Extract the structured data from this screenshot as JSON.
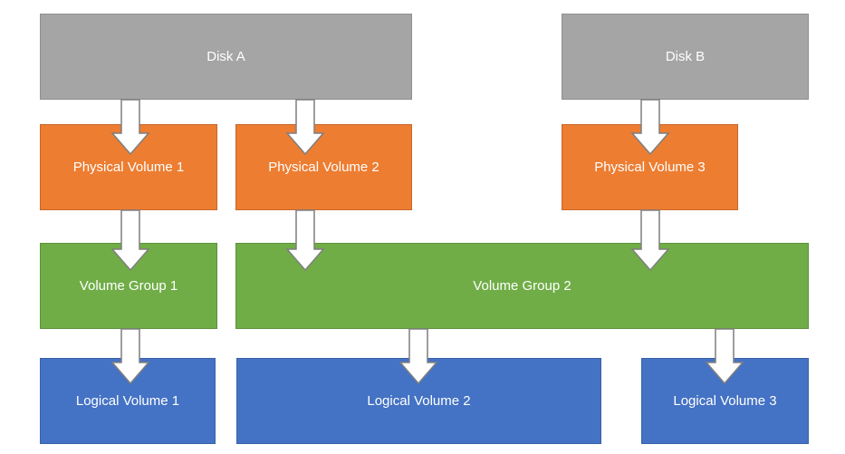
{
  "disks": [
    {
      "id": "disk-a",
      "label": "Disk A"
    },
    {
      "id": "disk-b",
      "label": "Disk B"
    }
  ],
  "physical_volumes": [
    {
      "id": "pv1",
      "label": "Physical Volume 1"
    },
    {
      "id": "pv2",
      "label": "Physical Volume 2"
    },
    {
      "id": "pv3",
      "label": "Physical Volume 3"
    }
  ],
  "volume_groups": [
    {
      "id": "vg1",
      "label": "Volume Group 1"
    },
    {
      "id": "vg2",
      "label": "Volume Group 2"
    }
  ],
  "logical_volumes": [
    {
      "id": "lv1",
      "label": "Logical Volume 1"
    },
    {
      "id": "lv2",
      "label": "Logical Volume 2"
    },
    {
      "id": "lv3",
      "label": "Logical Volume 3"
    }
  ],
  "colors": {
    "disk": "#a5a5a5",
    "physical_volume": "#ed7d31",
    "volume_group": "#70ad47",
    "logical_volume": "#4472c4",
    "arrow_fill": "#ffffff",
    "arrow_stroke": "#7f7f7f"
  },
  "connections": [
    {
      "from": "disk-a",
      "to": "pv1"
    },
    {
      "from": "disk-a",
      "to": "pv2"
    },
    {
      "from": "disk-b",
      "to": "pv3"
    },
    {
      "from": "pv1",
      "to": "vg1"
    },
    {
      "from": "pv2",
      "to": "vg2"
    },
    {
      "from": "pv3",
      "to": "vg2"
    },
    {
      "from": "vg1",
      "to": "lv1"
    },
    {
      "from": "vg2",
      "to": "lv2"
    },
    {
      "from": "vg2",
      "to": "lv3"
    }
  ]
}
